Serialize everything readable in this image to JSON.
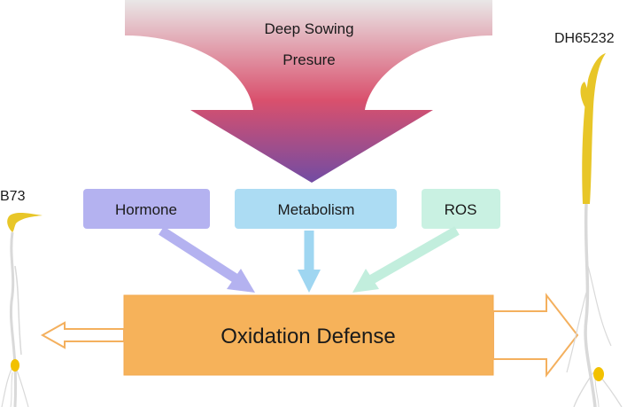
{
  "pressure": {
    "line1": "Deep Sowing",
    "line2": "Presure"
  },
  "factors": [
    {
      "label": "Hormone",
      "color": "#b4b2f0",
      "arrow_color": "#b4b2f0"
    },
    {
      "label": "Metabolism",
      "color": "#acdcf3",
      "arrow_color": "#9fd6f1"
    },
    {
      "label": "ROS",
      "color": "#c9f1e2",
      "arrow_color": "#c2eedd"
    }
  ],
  "defense": {
    "label": "Oxidation Defense",
    "fill": "#f6b25a",
    "outline": "#f3aa4f"
  },
  "left_seedling": {
    "label": "B73"
  },
  "right_seedling": {
    "label": "DH65232"
  },
  "colors": {
    "funnel_top": "#e9e7e7",
    "funnel_mid": "#d9506d",
    "funnel_bottom": "#724ca3",
    "hollow_arrow": "#f4b05e",
    "seedling_shoot": "#e8c628",
    "seedling_root": "#d9d9d9",
    "seed": "#f2c100"
  }
}
